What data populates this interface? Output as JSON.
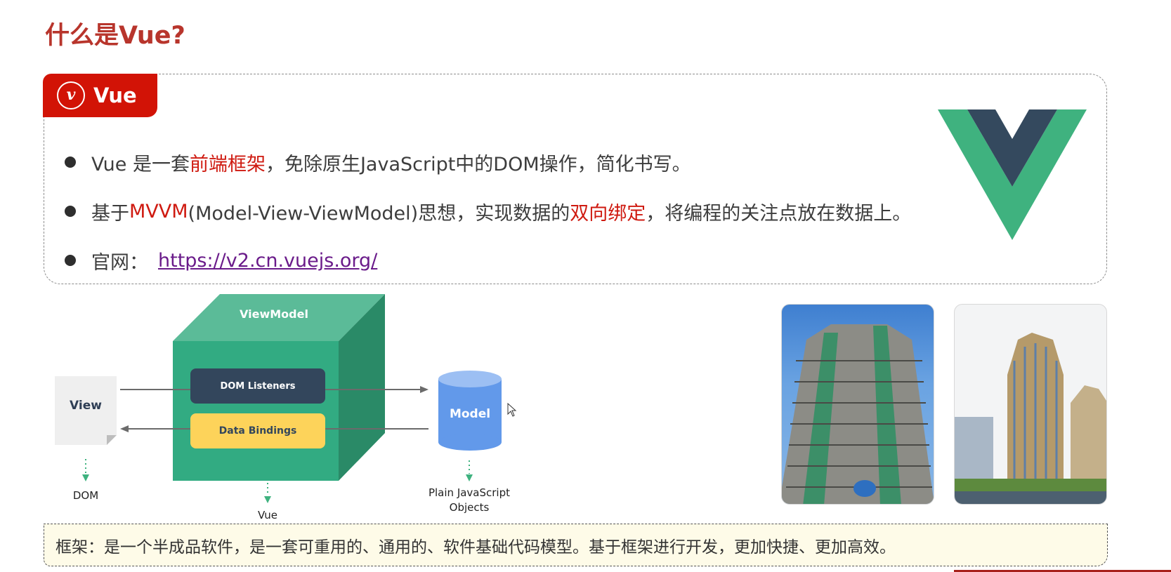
{
  "page": {
    "title": "什么是Vue?"
  },
  "badge": {
    "icon": "vue-v-circle-icon",
    "icon_glyph": "v",
    "label": "Vue"
  },
  "bullets": [
    {
      "parts": [
        {
          "text": "Vue 是一套",
          "highlight": false
        },
        {
          "text": "前端框架",
          "highlight": true
        },
        {
          "text": "，免除原生JavaScript中的DOM操作，简化书写。",
          "highlight": false
        }
      ]
    },
    {
      "parts": [
        {
          "text": "基于",
          "highlight": false
        },
        {
          "text": "MVVM",
          "highlight": true
        },
        {
          "text": "(Model-View-ViewModel)思想，实现数据的",
          "highlight": false
        },
        {
          "text": "双向绑定",
          "highlight": true
        },
        {
          "text": "，将编程的关注点放在数据上。",
          "highlight": false
        }
      ]
    },
    {
      "label": "官网：",
      "link": "https://v2.cn.vuejs.org/"
    }
  ],
  "diagram": {
    "view": "View",
    "view_caption": "DOM",
    "viewmodel": "ViewModel",
    "dom_listeners": "DOM Listeners",
    "data_bindings": "Data Bindings",
    "viewmodel_caption": "Vue",
    "model": "Model",
    "model_caption_line1": "Plain JavaScript",
    "model_caption_line2": "Objects"
  },
  "photos": [
    {
      "name": "building-under-construction-photo"
    },
    {
      "name": "finished-buildings-photo"
    }
  ],
  "info": {
    "text": "框架：是一个半成品软件，是一套可重用的、通用的、软件基础代码模型。基于框架进行开发，更加快捷、更加高效。"
  },
  "colors": {
    "title": "#b8352c",
    "badge_bg": "#d21306",
    "highlight": "#cf1a10",
    "link": "#6a1b8a",
    "vue_green": "#3fb27f",
    "vue_dark": "#34495e",
    "info_bg": "#fefbe8"
  }
}
